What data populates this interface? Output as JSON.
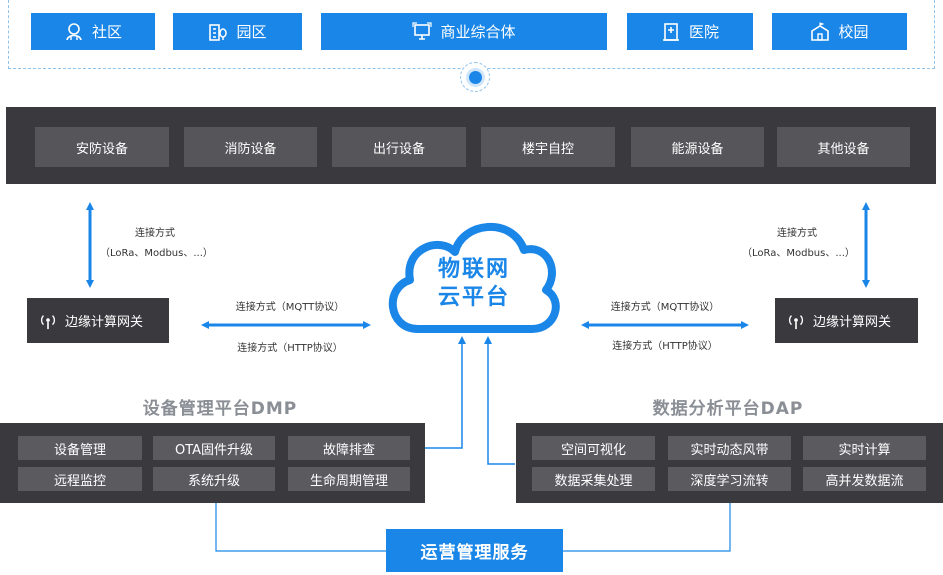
{
  "scenarios": [
    {
      "label": "社区",
      "icon": "community-icon"
    },
    {
      "label": "园区",
      "icon": "park-icon"
    },
    {
      "label": "商业综合体",
      "icon": "commercial-complex-icon"
    },
    {
      "label": "医院",
      "icon": "hospital-icon"
    },
    {
      "label": "校园",
      "icon": "campus-icon"
    }
  ],
  "devices": [
    "安防设备",
    "消防设备",
    "出行设备",
    "楼宇自控",
    "能源设备",
    "其他设备"
  ],
  "cloud": {
    "line1": "物联网",
    "line2": "云平台"
  },
  "gateway": {
    "left_label": "边缘计算网关",
    "right_label": "边缘计算网关"
  },
  "connection_vertical": {
    "line1": "连接方式",
    "line2": "（LoRa、Modbus、...）"
  },
  "connection_horizontal": {
    "mqtt": "连接方式（MQTT协议）",
    "http": "连接方式（HTTP协议）"
  },
  "dmp": {
    "title": "设备管理平台DMP",
    "items": [
      "设备管理",
      "OTA固件升级",
      "故障排查",
      "远程监控",
      "系统升级",
      "生命周期管理"
    ]
  },
  "dap": {
    "title": "数据分析平台DAP",
    "items": [
      "空间可视化",
      "实时动态风带",
      "实时计算",
      "数据采集处理",
      "深度学习流转",
      "高并发数据流"
    ]
  },
  "service": {
    "label": "运营管理服务"
  },
  "colors": {
    "accent": "#1a86e8",
    "dark": "#3a3a3e",
    "cell": "#55555a"
  }
}
